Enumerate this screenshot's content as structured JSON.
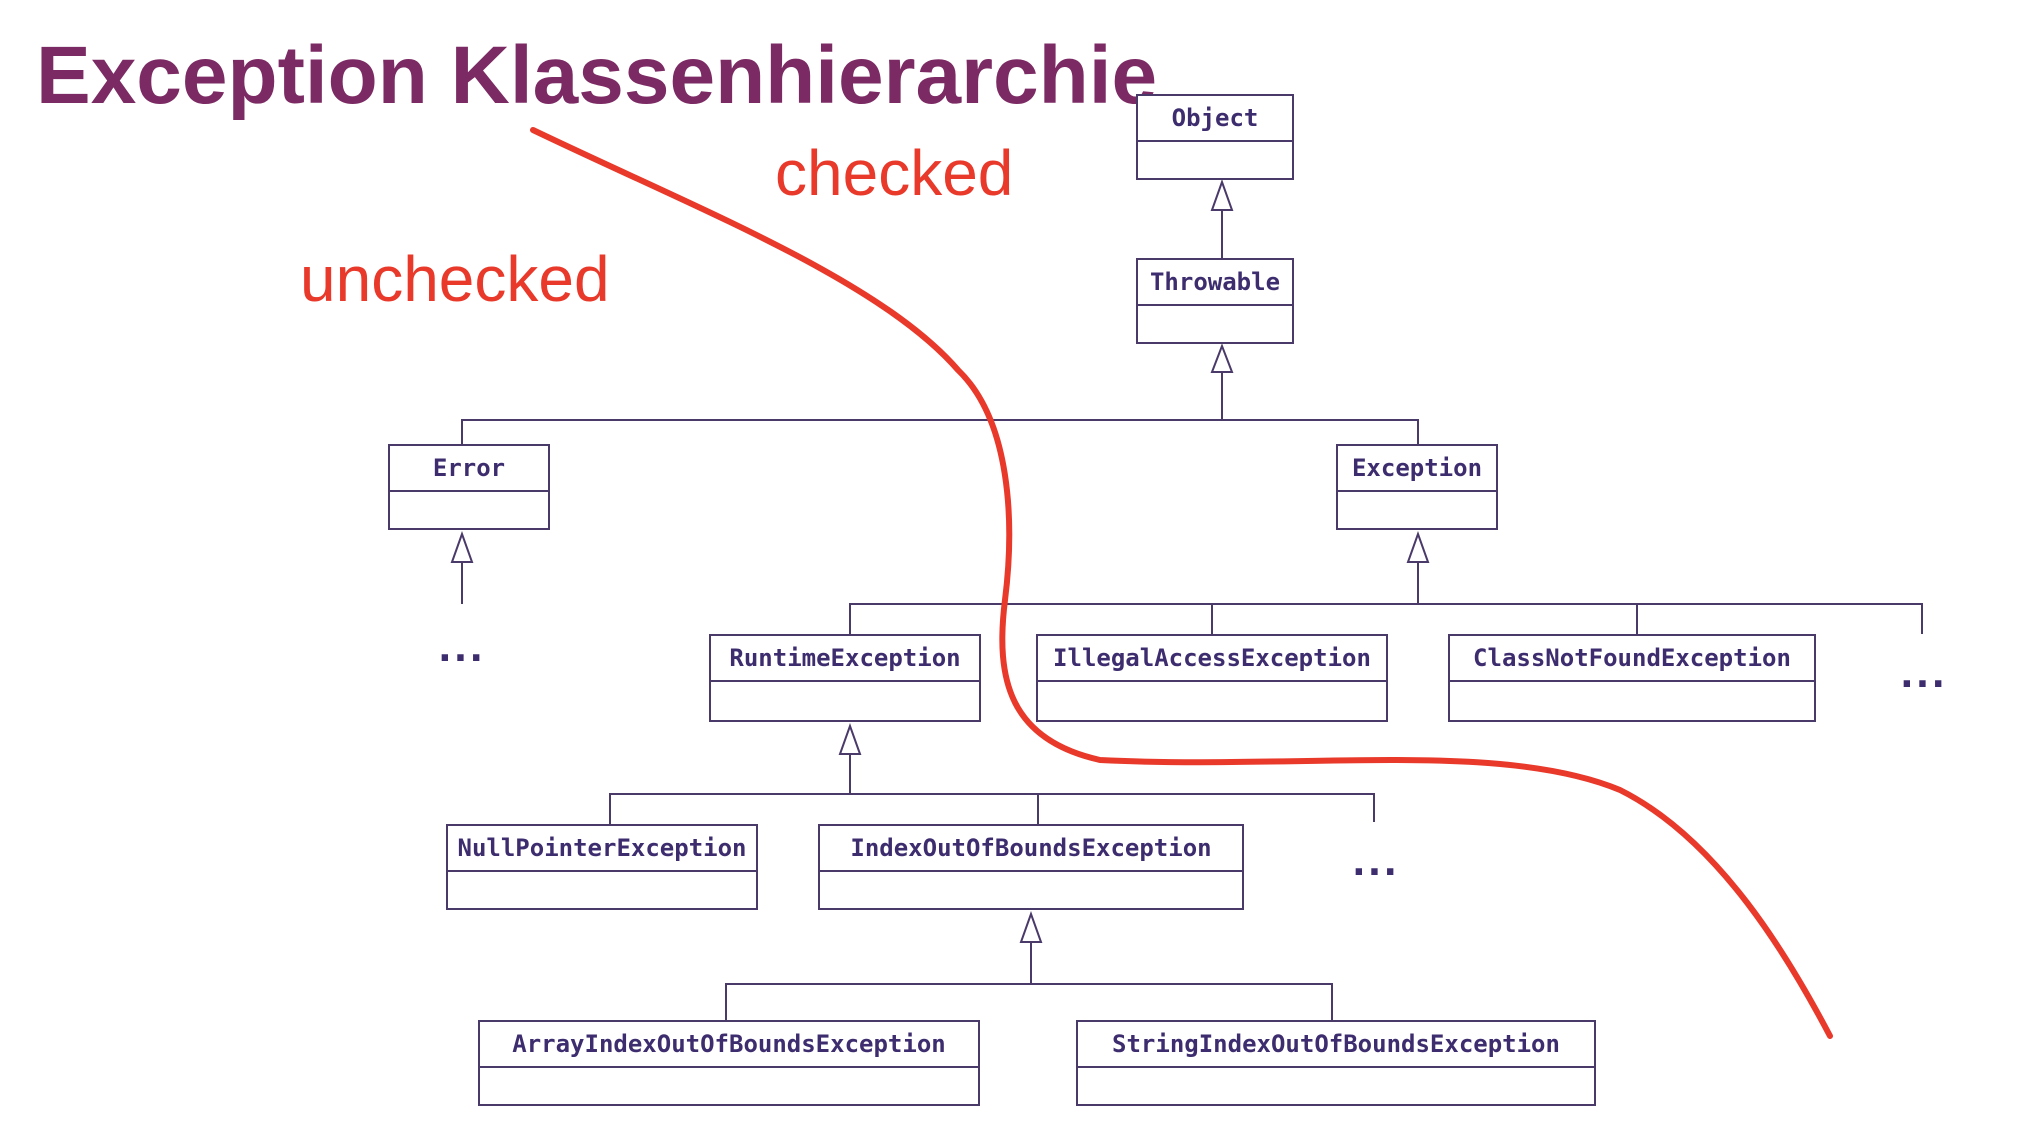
{
  "title": "Exception Klassenhierarchie",
  "labels": {
    "checked": "checked",
    "unchecked": "unchecked"
  },
  "classes": {
    "object": "Object",
    "throwable": "Throwable",
    "error": "Error",
    "exception": "Exception",
    "runtime_exception": "RuntimeException",
    "illegal_access_exception": "IllegalAccessException",
    "class_not_found_exception": "ClassNotFoundException",
    "null_pointer_exception": "NullPointerException",
    "index_out_of_bounds_exception": "IndexOutOfBoundsException",
    "array_index_out_of_bounds_exception": "ArrayIndexOutOfBoundsException",
    "string_index_out_of_bounds_exception": "StringIndexOutOfBoundsException"
  },
  "ellipsis": "...",
  "colors": {
    "title": "#7b2a63",
    "annotation": "#e8392a",
    "uml_text": "#3d2d6e",
    "uml_line": "#4a3a6a"
  }
}
